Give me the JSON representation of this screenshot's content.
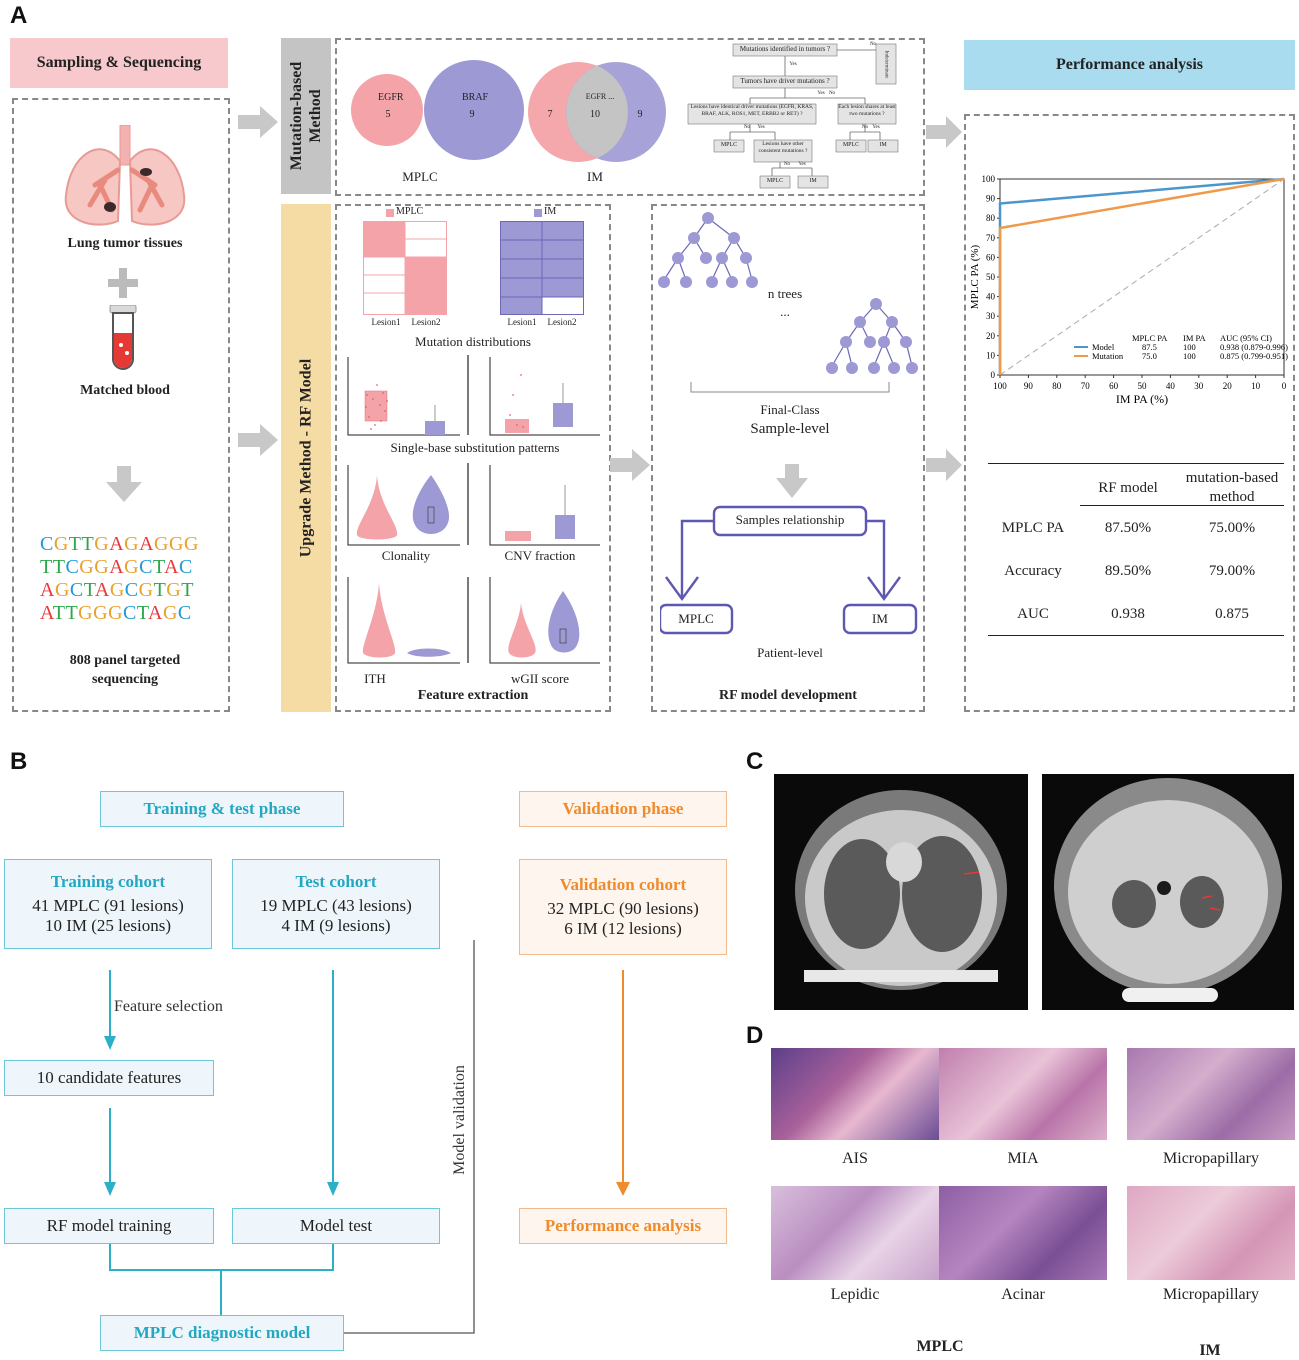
{
  "panel_labels": {
    "a": "A",
    "b": "B",
    "c": "C",
    "d": "D"
  },
  "panelA": {
    "sampling_header": "Sampling & Sequencing",
    "lung_label": "Lung tumor tissues",
    "blood_label": "Matched blood",
    "sequences": [
      [
        [
          "C",
          "#1f9ad6"
        ],
        [
          "G",
          "#e8a12a"
        ],
        [
          "T",
          "#2aa84a"
        ],
        [
          "T",
          "#2aa84a"
        ],
        [
          "G",
          "#e8a12a"
        ],
        [
          "A",
          "#e83a3a"
        ],
        [
          "G",
          "#e8a12a"
        ],
        [
          "A",
          "#e83a3a"
        ],
        [
          "G",
          "#e8a12a"
        ],
        [
          "G",
          "#e8a12a"
        ],
        [
          "G",
          "#e8a12a"
        ]
      ],
      [
        [
          "T",
          "#2aa84a"
        ],
        [
          "T",
          "#2aa84a"
        ],
        [
          "C",
          "#1f9ad6"
        ],
        [
          "G",
          "#e8a12a"
        ],
        [
          "G",
          "#e8a12a"
        ],
        [
          "A",
          "#e83a3a"
        ],
        [
          "G",
          "#e8a12a"
        ],
        [
          "C",
          "#1f9ad6"
        ],
        [
          "T",
          "#2aa84a"
        ],
        [
          "A",
          "#e83a3a"
        ],
        [
          "C",
          "#1f9ad6"
        ]
      ],
      [
        [
          "A",
          "#e83a3a"
        ],
        [
          "G",
          "#e8a12a"
        ],
        [
          "C",
          "#1f9ad6"
        ],
        [
          "T",
          "#2aa84a"
        ],
        [
          "A",
          "#e83a3a"
        ],
        [
          "G",
          "#e8a12a"
        ],
        [
          "C",
          "#1f9ad6"
        ],
        [
          "G",
          "#e8a12a"
        ],
        [
          "T",
          "#2aa84a"
        ],
        [
          "G",
          "#e8a12a"
        ],
        [
          "T",
          "#2aa84a"
        ]
      ],
      [
        [
          "A",
          "#e83a3a"
        ],
        [
          "T",
          "#2aa84a"
        ],
        [
          "T",
          "#2aa84a"
        ],
        [
          "G",
          "#e8a12a"
        ],
        [
          "G",
          "#e8a12a"
        ],
        [
          "G",
          "#e8a12a"
        ],
        [
          "C",
          "#1f9ad6"
        ],
        [
          "T",
          "#2aa84a"
        ],
        [
          "A",
          "#e83a3a"
        ],
        [
          "G",
          "#e8a12a"
        ],
        [
          "C",
          "#1f9ad6"
        ]
      ]
    ],
    "panel_label_1": "808 panel targeted",
    "panel_label_2": "sequencing",
    "mutation_method_1": "Mutation-based",
    "mutation_method_2": "Method",
    "rf_method": "Upgrade Method - RF Model",
    "venn_mplc": {
      "left": "EGFR",
      "left_n": "5",
      "right": "BRAF",
      "right_n": "9",
      "caption": "MPLC"
    },
    "venn_im": {
      "left_n": "7",
      "mid": "EGFR ...",
      "mid_n": "10",
      "right_n": "9",
      "caption": "IM"
    },
    "flow": {
      "q1": "Mutations identified in tumors ?",
      "no1": "No",
      "indet": "Indeterminate",
      "yes1": "Yes",
      "q2": "Tumors have driver mutations ?",
      "yes2": "Yes",
      "no2": "No",
      "q3": "Lesions have identical driver mutations (EGFR, KRAS, BRAF, ALK, ROS1, MET, ERBB2 or RET) ?",
      "q4": "Each lesion shares at least two mutations ?",
      "no3": "No",
      "yes3": "Yes",
      "no4": "No",
      "yes4": "Yes",
      "mplc": "MPLC",
      "q5": "Lesions have other consistent mutations ?",
      "mplc2": "MPLC",
      "im2": "IM",
      "no5": "No",
      "yes5": "Yes",
      "mplc3": "MPLC",
      "im3": "IM"
    },
    "features": {
      "legend_mplc": "MPLC",
      "legend_im": "IM",
      "lesion1": "Lesion1",
      "lesion2": "Lesion2",
      "mut_dist": "Mutation distributions",
      "sbs": "Single-base substitution patterns",
      "clonality": "Clonality",
      "cnv": "CNV fraction",
      "ith": "ITH",
      "wgii": "wGII score",
      "title": "Feature extraction"
    },
    "rf": {
      "ntrees": "n trees",
      "dots": "...",
      "final_class": "Final-Class",
      "sample_level": "Sample-level",
      "relationship": "Samples relationship",
      "mplc": "MPLC",
      "im": "IM",
      "patient_level": "Patient-level",
      "title": "RF model development"
    },
    "performance_header": "Performance analysis",
    "roc": {
      "ylabel": "MPLC PA (%)",
      "xlabel": "IM PA (%)",
      "yticks": [
        "0",
        "10",
        "20",
        "30",
        "40",
        "50",
        "60",
        "70",
        "80",
        "90",
        "100"
      ],
      "xticks": [
        "100",
        "90",
        "80",
        "70",
        "60",
        "50",
        "40",
        "30",
        "20",
        "10",
        "0"
      ],
      "legend_head": [
        "MPLC PA",
        "IM PA",
        "AUC (95% CI)"
      ],
      "legend_rows": [
        {
          "name": "Model",
          "mplc": "87.5",
          "im": "100",
          "auc": "0.938 (0.879-0.996)",
          "color": "#4d96cc"
        },
        {
          "name": "Mutation",
          "mplc": "75.0",
          "im": "100",
          "auc": "0.875 (0.799-0.951)",
          "color": "#ef9a4a"
        }
      ]
    },
    "perf_table": {
      "col1": "RF model",
      "col2a": "mutation-based",
      "col2b": "method",
      "rows": [
        {
          "label": "MPLC PA",
          "rf": "87.50%",
          "mut": "75.00%"
        },
        {
          "label": "Accuracy",
          "rf": "89.50%",
          "mut": "79.00%"
        },
        {
          "label": "AUC",
          "rf": "0.938",
          "mut": "0.875"
        }
      ]
    }
  },
  "chart_data": {
    "type": "line",
    "xlabel": "IM PA (%)",
    "ylabel": "MPLC PA (%)",
    "xlim": [
      100,
      0
    ],
    "ylim": [
      0,
      100
    ],
    "series": [
      {
        "name": "Model",
        "x": [
          100,
          100,
          0
        ],
        "y": [
          0,
          87.5,
          100
        ]
      },
      {
        "name": "Mutation",
        "x": [
          100,
          100,
          0
        ],
        "y": [
          0,
          75.0,
          100
        ]
      }
    ]
  },
  "panelB": {
    "training_phase": "Training & test phase",
    "validation_phase": "Validation phase",
    "training_cohort": {
      "title": "Training cohort",
      "l1": "41 MPLC (91 lesions)",
      "l2": "10 IM (25 lesions)"
    },
    "test_cohort": {
      "title": "Test cohort",
      "l1": "19 MPLC (43 lesions)",
      "l2": "4 IM (9 lesions)"
    },
    "validation_cohort": {
      "title": "Validation cohort",
      "l1": "32 MPLC (90 lesions)",
      "l2": "6 IM (12 lesions)"
    },
    "feature_selection": "Feature selection",
    "candidate": "10 candidate features",
    "rf_training": "RF model training",
    "model_test": "Model test",
    "diagnostic": "MPLC diagnostic model",
    "model_validation": "Model validation",
    "performance": "Performance analysis"
  },
  "panelD": {
    "row1": [
      "AIS",
      "MIA",
      "Micropapillary"
    ],
    "row2": [
      "Lepidic",
      "Acinar",
      "Micropapillary"
    ],
    "mplc": "MPLC",
    "im": "IM"
  }
}
